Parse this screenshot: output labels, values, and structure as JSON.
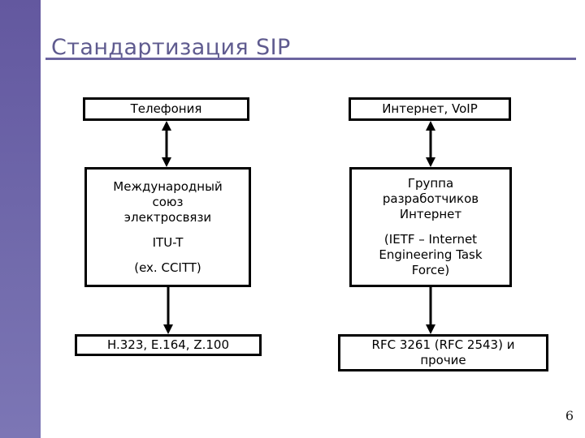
{
  "slide": {
    "title": "Стандартизация SIP",
    "page_number": "6",
    "accent_color": "#6B649F",
    "title_color": "#5F5B8F",
    "band_color_top": "#63589F",
    "band_color_bottom": "#7C76B5",
    "line_color": "#000000",
    "background_color": "#ffffff"
  },
  "diagram": {
    "columns": [
      {
        "id": "telephony",
        "nodes": {
          "top": {
            "text": "Телефония"
          },
          "middle": {
            "paragraph_1_line_1": "Международный",
            "paragraph_1_line_2": "союз",
            "paragraph_1_line_3": "электросвязи",
            "paragraph_2": "ITU-T",
            "paragraph_3": "(ex. CCITT)"
          },
          "bottom": {
            "text": "H.323, E.164, Z.100"
          }
        }
      },
      {
        "id": "internet",
        "nodes": {
          "top": {
            "text": "Интернет, VoIP"
          },
          "middle": {
            "paragraph_1_line_1": "Группа",
            "paragraph_1_line_2": "разработчиков",
            "paragraph_1_line_3": "Интернет",
            "paragraph_2_line_1": "(IETF – Internet",
            "paragraph_2_line_2": "Engineering Task",
            "paragraph_2_line_3": "Force)"
          },
          "bottom_line_1": "RFC 3261 (RFC 2543) и",
          "bottom_line_2": "прочие"
        }
      }
    ],
    "connectors": [
      {
        "name": "telephony-itu-link",
        "style": "double-arrow"
      },
      {
        "name": "itu-standards-link",
        "style": "down-arrow"
      },
      {
        "name": "internet-ietf-link",
        "style": "double-arrow"
      },
      {
        "name": "ietf-rfc-link",
        "style": "down-arrow"
      }
    ]
  }
}
